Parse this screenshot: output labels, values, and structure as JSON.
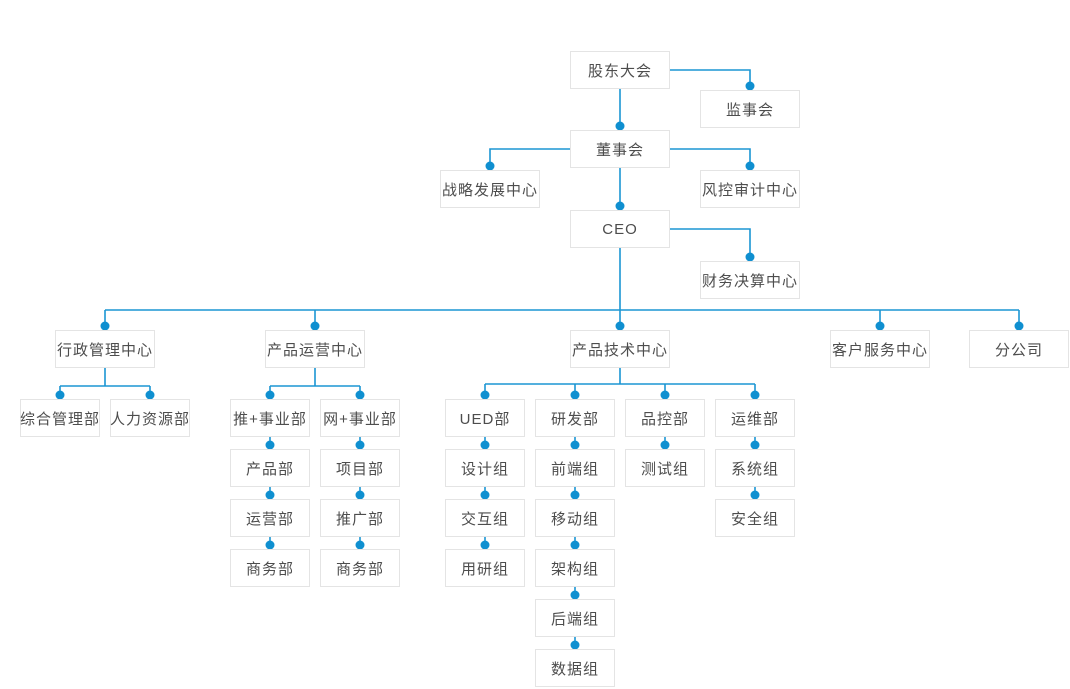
{
  "colors": {
    "line": "#1b96d3",
    "dot": "#0f8fd0",
    "box_border": "#e4e4e4",
    "box_bg": "#ffffff",
    "text": "#4d4d4d"
  },
  "diagram_type": "org-chart",
  "nodes": {
    "shareholders": {
      "label": "股东大会",
      "parent": null
    },
    "supervisory": {
      "label": "监事会",
      "parent": "shareholders"
    },
    "board": {
      "label": "董事会",
      "parent": "shareholders"
    },
    "strategy": {
      "label": "战略发展中心",
      "parent": "board"
    },
    "risk_audit": {
      "label": "风控审计中心",
      "parent": "board"
    },
    "ceo": {
      "label": "CEO",
      "parent": "board"
    },
    "finance": {
      "label": "财务决算中心",
      "parent": "ceo"
    },
    "admin_center": {
      "label": "行政管理中心",
      "parent": "ceo"
    },
    "ops_center": {
      "label": "产品运营中心",
      "parent": "ceo"
    },
    "tech_center": {
      "label": "产品技术中心",
      "parent": "ceo"
    },
    "service_center": {
      "label": "客户服务中心",
      "parent": "ceo"
    },
    "branch": {
      "label": "分公司",
      "parent": "ceo"
    },
    "general_mgmt": {
      "label": "综合管理部",
      "parent": "admin_center"
    },
    "hr": {
      "label": "人力资源部",
      "parent": "admin_center"
    },
    "tui_division": {
      "label": "推+事业部",
      "parent": "ops_center"
    },
    "wang_division": {
      "label": "网+事业部",
      "parent": "ops_center"
    },
    "product_dept": {
      "label": "产品部",
      "parent": "tui_division"
    },
    "operation_dept": {
      "label": "运营部",
      "parent": "product_dept"
    },
    "business_dept_a": {
      "label": "商务部",
      "parent": "operation_dept"
    },
    "project_dept": {
      "label": "项目部",
      "parent": "wang_division"
    },
    "promotion_dept": {
      "label": "推广部",
      "parent": "project_dept"
    },
    "business_dept_b": {
      "label": "商务部",
      "parent": "promotion_dept"
    },
    "ued_dept": {
      "label": "UED部",
      "parent": "tech_center"
    },
    "rd_dept": {
      "label": "研发部",
      "parent": "tech_center"
    },
    "qc_dept": {
      "label": "品控部",
      "parent": "tech_center"
    },
    "om_dept": {
      "label": "运维部",
      "parent": "tech_center"
    },
    "design_team": {
      "label": "设计组",
      "parent": "ued_dept"
    },
    "interaction_team": {
      "label": "交互组",
      "parent": "design_team"
    },
    "user_research_team": {
      "label": "用研组",
      "parent": "interaction_team"
    },
    "frontend_team": {
      "label": "前端组",
      "parent": "rd_dept"
    },
    "mobile_team": {
      "label": "移动组",
      "parent": "frontend_team"
    },
    "architecture_team": {
      "label": "架构组",
      "parent": "mobile_team"
    },
    "backend_team": {
      "label": "后端组",
      "parent": "architecture_team"
    },
    "data_team": {
      "label": "数据组",
      "parent": "backend_team"
    },
    "testing_team": {
      "label": "测试组",
      "parent": "qc_dept"
    },
    "system_team": {
      "label": "系统组",
      "parent": "om_dept"
    },
    "security_team": {
      "label": "安全组",
      "parent": "system_team"
    }
  }
}
